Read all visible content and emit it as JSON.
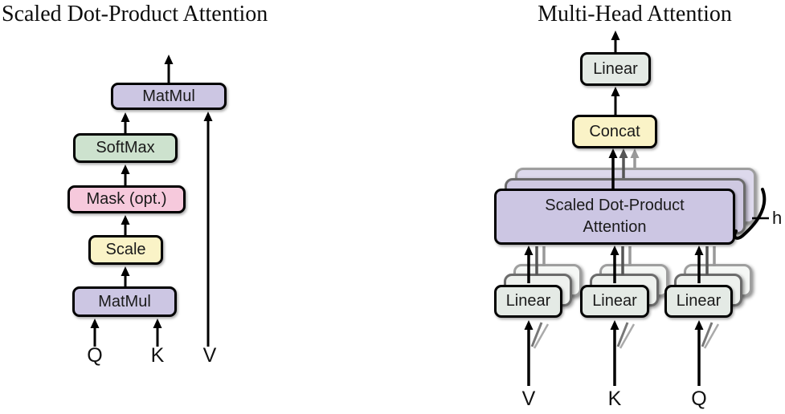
{
  "left": {
    "title": "Scaled Dot-Product Attention",
    "boxes": {
      "matmul_top": "MatMul",
      "softmax": "SoftMax",
      "mask": "Mask (opt.)",
      "scale": "Scale",
      "matmul_bottom": "MatMul"
    },
    "inputs": {
      "q": "Q",
      "k": "K",
      "v": "V"
    }
  },
  "right": {
    "title": "Multi-Head Attention",
    "boxes": {
      "linear_top": "Linear",
      "concat": "Concat",
      "attention": "Scaled Dot-Product Attention",
      "linear_v": "Linear",
      "linear_k": "Linear",
      "linear_q": "Linear"
    },
    "inputs": {
      "v": "V",
      "k": "K",
      "q": "Q"
    },
    "head_count_label": "h"
  },
  "colors": {
    "matmul_purple": "#CCC6E3",
    "softmax_green": "#CDE2CE",
    "mask_pink": "#F6C9DC",
    "scale_yellow": "#FAF3C7",
    "linear_gray": "#E4EAE5",
    "arrow_black": "#000000",
    "arrow_gray_dark": "#555555",
    "arrow_gray_light": "#999999"
  }
}
